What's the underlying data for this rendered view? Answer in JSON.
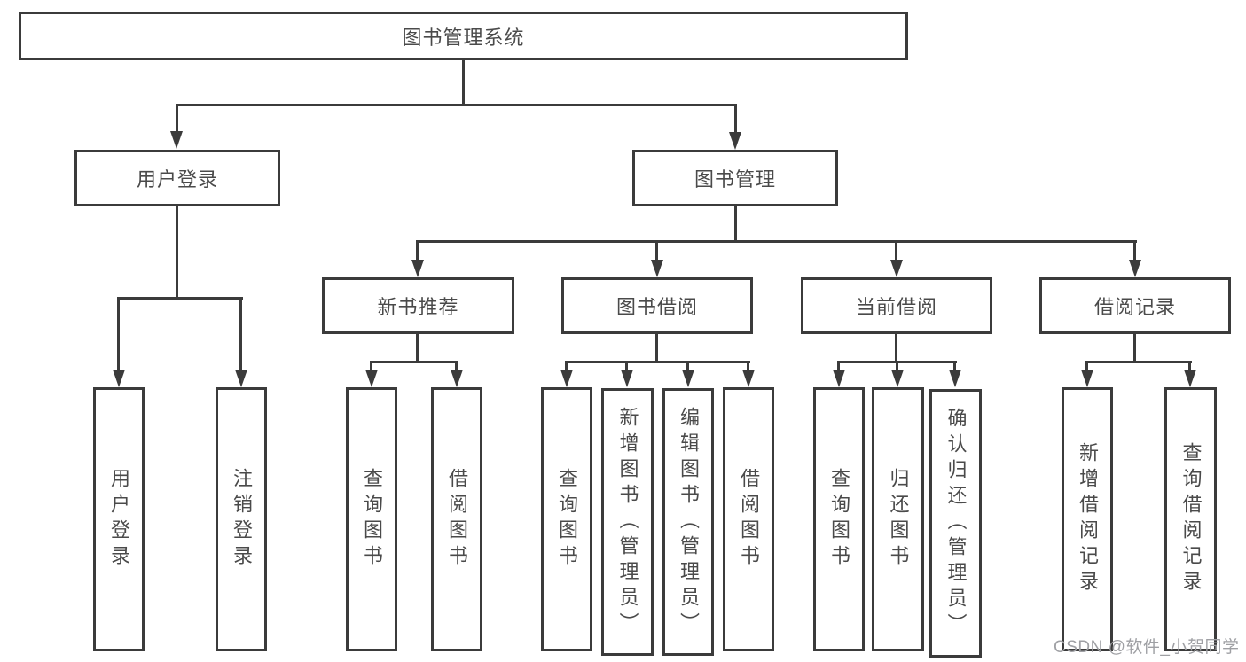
{
  "diagram": {
    "title": "图书管理系统",
    "colors": {
      "line": "#3b3b3b",
      "text": "#4a4a4a",
      "background": "#ffffff",
      "watermark": "#9fa0a4"
    },
    "nodes": {
      "root": {
        "label": "图书管理系统"
      },
      "userLogin": {
        "label": "用户登录"
      },
      "bookMgmt": {
        "label": "图书管理"
      },
      "newBookRec": {
        "label": "新书推荐"
      },
      "bookBorrow": {
        "label": "图书借阅"
      },
      "currentBorrow": {
        "label": "当前借阅"
      },
      "borrowRecords": {
        "label": "借阅记录"
      },
      "l_userLogin": {
        "label": "用户登录"
      },
      "l_logout": {
        "label": "注销登录"
      },
      "l_queryBook1": {
        "label": "查询图书"
      },
      "l_borrowBook1": {
        "label": "借阅图书"
      },
      "l_queryBook2": {
        "label": "查询图书"
      },
      "l_addBook": {
        "label": "新增图书（管理员）"
      },
      "l_editBook": {
        "label": "编辑图书（管理员）"
      },
      "l_borrowBook2": {
        "label": "借阅图书"
      },
      "l_queryBook3": {
        "label": "查询图书"
      },
      "l_returnBook": {
        "label": "归还图书"
      },
      "l_confirmReturn": {
        "label": "确认归还（管理员）"
      },
      "l_addRecord": {
        "label": "新增借阅记录"
      },
      "l_queryRecord": {
        "label": "查询借阅记录"
      }
    },
    "watermark": {
      "text": "CSDN @软件_小贺同学"
    }
  }
}
